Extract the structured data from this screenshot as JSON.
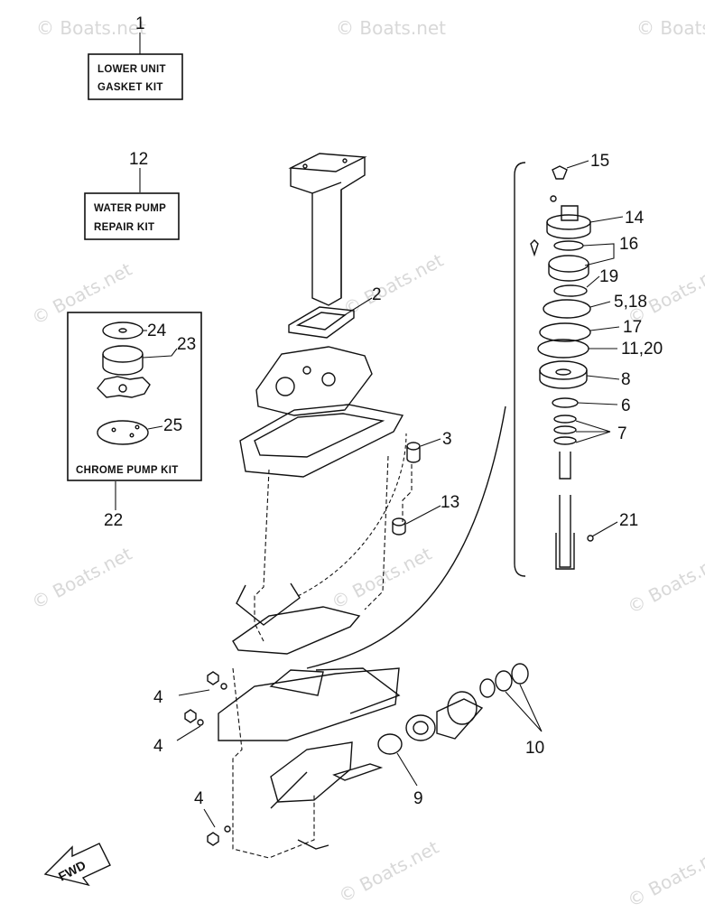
{
  "watermark": "© Boats.net",
  "callouts": {
    "c1": "1",
    "c12": "12",
    "c15": "15",
    "c14": "14",
    "c16": "16",
    "c19": "19",
    "c5_18": "5,18",
    "c17": "17",
    "c11_20": "11,20",
    "c8": "8",
    "c6": "6",
    "c7": "7",
    "c2": "2",
    "c3": "3",
    "c13": "13",
    "c21": "21",
    "c24": "24",
    "c23": "23",
    "c25": "25",
    "c22": "22",
    "c4a": "4",
    "c4b": "4",
    "c4c": "4",
    "c9": "9",
    "c10": "10"
  },
  "kits": {
    "lower_unit": [
      "LOWER UNIT",
      "GASKET KIT"
    ],
    "water_pump": [
      "WATER PUMP",
      "REPAIR KIT"
    ],
    "chrome_pump": "CHROME PUMP KIT"
  },
  "fwd_label": "FWD"
}
